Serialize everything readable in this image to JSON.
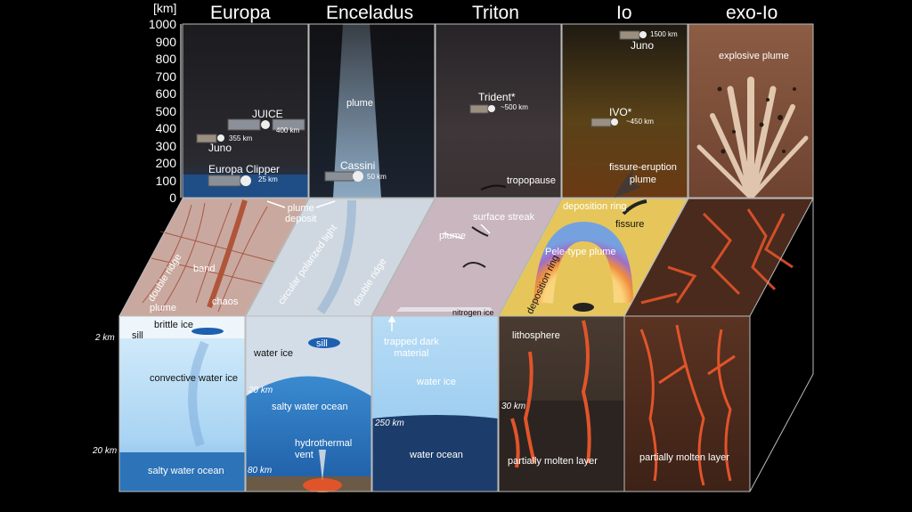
{
  "axis": {
    "unit": "[km]",
    "ticks": [
      "1000",
      "900",
      "800",
      "700",
      "600",
      "500",
      "400",
      "300",
      "200",
      "100",
      "0"
    ]
  },
  "columns": [
    "Europa",
    "Enceladus",
    "Triton",
    "Io",
    "exo-Io"
  ],
  "europa": {
    "juice": "JUICE",
    "juice_alt": "400 km",
    "juno": "Juno",
    "juno_alt": "355 km",
    "clipper": "Europa Clipper",
    "clipper_alt": "25 km",
    "plume_deposit": "plume\ndeposit",
    "double_ridge": "double ridge",
    "band": "band",
    "chaos": "chaos",
    "plume": "plume",
    "sill": "sill",
    "brittle_ice": "brittle ice",
    "depth_2": "2 km",
    "convective": "convective water ice",
    "depth_20": "20 km",
    "ocean": "salty water ocean"
  },
  "enceladus": {
    "plume": "plume",
    "cassini": "Cassini",
    "cassini_alt": "50 km",
    "circular": "circular polarized light",
    "double_ridge": "double ridge",
    "sill": "sill",
    "water_ice": "water ice",
    "depth_20": "20 km",
    "ocean": "salty water ocean",
    "hydrothermal": "hydrothermal\nvent",
    "depth_80": "80 km"
  },
  "triton": {
    "trident": "Trident*",
    "trident_alt": "~500 km",
    "tropopause": "tropopause",
    "surface_streak": "surface streak",
    "plume": "plume",
    "nitrogen_ice": "nitrogen ice",
    "trapped": "trapped dark\nmaterial",
    "water_ice": "water ice",
    "depth_250": "250 km",
    "ocean": "water ocean"
  },
  "io": {
    "juno": "Juno",
    "juno_alt": "1500 km",
    "ivo": "IVO*",
    "ivo_alt": "~450 km",
    "fissure_plume": "fissure-eruption\nplume",
    "deposition_ring_top": "deposition ring",
    "fissure": "fissure",
    "pele": "Pele-type plume",
    "deposition_ring": "deposition ring",
    "lithosphere": "lithosphere",
    "depth_30": "30 km",
    "molten": "partially molten layer"
  },
  "exoio": {
    "explosive": "explosive plume",
    "molten": "partially molten layer"
  }
}
